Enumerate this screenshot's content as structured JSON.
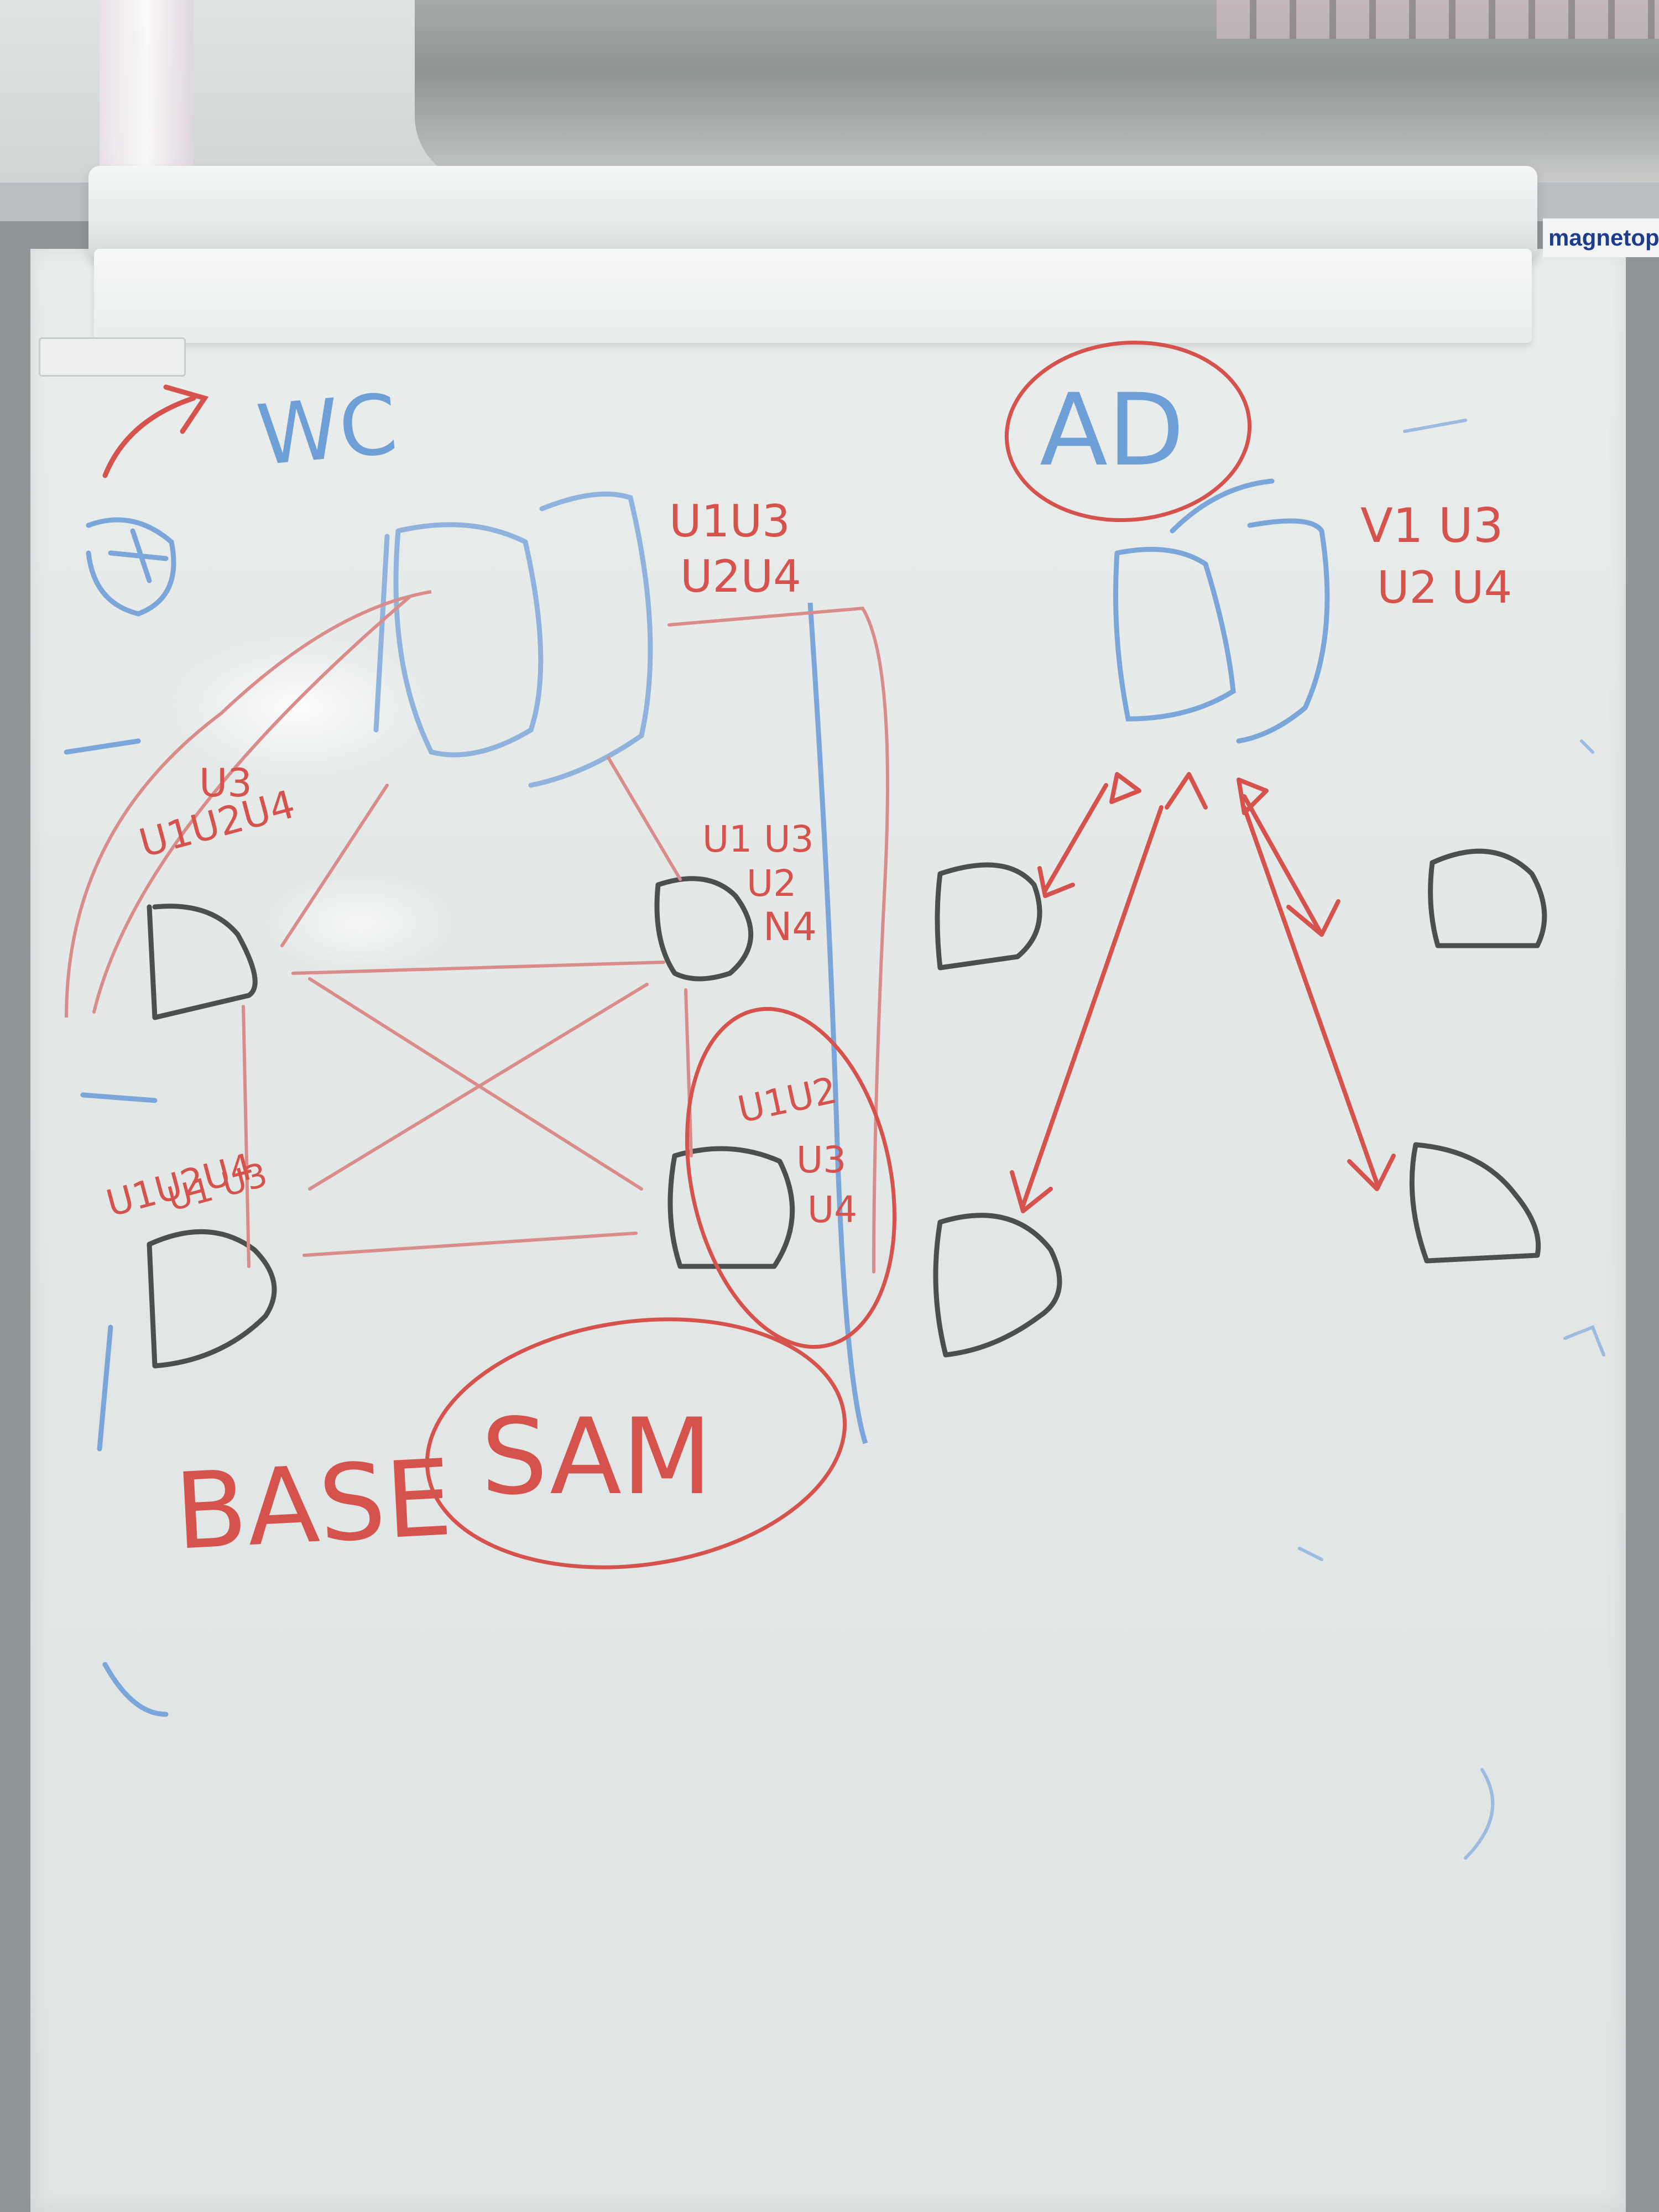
{
  "brand_label": "magnetopla",
  "colors": {
    "red_marker": "#d6524d",
    "blue_marker": "#6e9fd6",
    "black_marker": "#4b4f4e",
    "board": "#e6eaea"
  },
  "labels": {
    "wc": "WC",
    "ad": "AD",
    "base": "BASE",
    "sam": "SAM",
    "left_server_l1": "U1U3",
    "left_server_l2": "U2U4",
    "right_server_l1": "V1 U3",
    "right_server_l2": "U2 U4",
    "client_tl_l1": "U3",
    "client_tl_l2": "U1U2U4",
    "client_tr_l1": "U1 U3",
    "client_tr_l2": "U2",
    "client_tr_l3": "N4",
    "client_bl_l1": "U1U2U4",
    "client_bl_l2": "U1 U3",
    "client_br_l1": "U1U2",
    "client_br_l2": "U3",
    "client_br_l3": "U4"
  }
}
